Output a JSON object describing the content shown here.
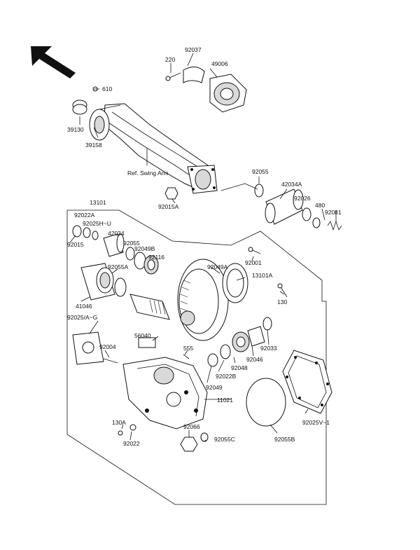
{
  "labels": {
    "p92037": "92037",
    "p220": "220",
    "p49006": "49006",
    "p610": "610",
    "p39130": "39130",
    "p39158": "39158",
    "ref_swing_arm": "Ref. Swing Arm",
    "p92055_top": "92055",
    "p42034A": "42034A",
    "p92026": "92026",
    "p480": "480",
    "p92081": "92081",
    "p92015A": "92015A",
    "p13101": "13101",
    "p92022A": "92022A",
    "p92025HU": "92025H~U",
    "p92015": "92015",
    "p42034": "42034",
    "p92055_mid": "92055",
    "p92049B": "92049B",
    "p92116": "92116",
    "p92001": "92001",
    "p92049A": "92049A",
    "p13101A": "13101A",
    "p92055A": "92055A",
    "p41046": "41046",
    "p130": "130",
    "p92025AG": "92025/A~G",
    "p56040": "56040",
    "p92004": "92004",
    "p555": "555",
    "p92033": "92033",
    "p92046": "92046",
    "p92048": "92048",
    "p92022B": "92022B",
    "p92049": "92049",
    "p11021": "11021",
    "p92025V1": "92025V~1",
    "p130A": "130A",
    "p92066": "92066",
    "p92055C": "92055C",
    "p92022": "92022",
    "p92055B": "92055B"
  },
  "icons": {
    "direction": "arrow-up-left-icon"
  }
}
